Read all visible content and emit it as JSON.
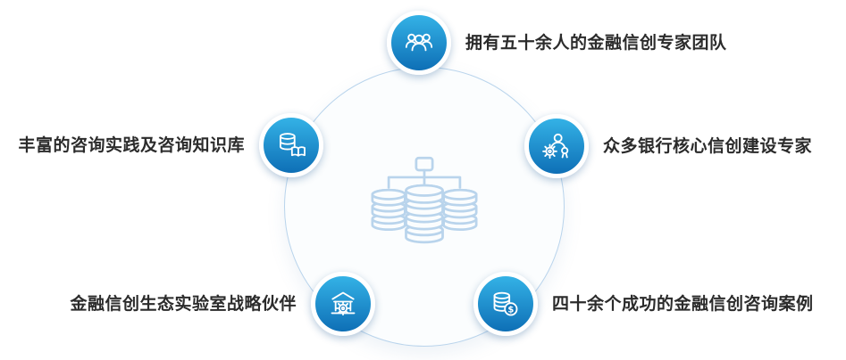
{
  "diagram": {
    "center": {
      "icon": "database-cluster-icon"
    },
    "nodes": [
      {
        "id": "team",
        "icon": "team-icon",
        "position": "top",
        "label": "拥有五十余人的金融信创专家团队"
      },
      {
        "id": "experts",
        "icon": "engineer-badge-icon",
        "position": "right",
        "label": "众多银行核心信创建设专家"
      },
      {
        "id": "knowledge",
        "icon": "database-book-icon",
        "position": "left",
        "label": "丰富的咨询实践及咨询知识库"
      },
      {
        "id": "lab",
        "icon": "institute-gear-icon",
        "position": "bottom-left",
        "label": "金融信创生态实验室战略伙伴"
      },
      {
        "id": "cases",
        "icon": "coin-stack-icon",
        "position": "bottom-right",
        "label": "四十余个成功的金融信创咨询案例"
      }
    ],
    "colors": {
      "node_blue_top": "#34b2e6",
      "node_blue_bottom": "#0e6fb6",
      "circle_border": "#b9d4ec",
      "circle_fill": "#fbfdfe",
      "center_icon_stroke": "#b9d4ec",
      "label_text": "#2b2b2b"
    }
  }
}
